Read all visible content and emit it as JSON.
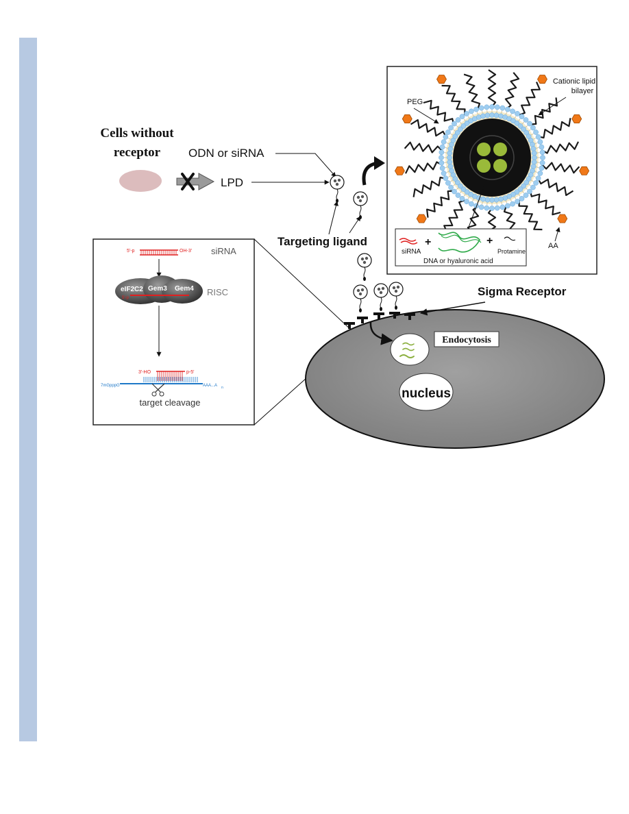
{
  "colors": {
    "sidebar_band": "#b7c9e2",
    "cell_without_receptor": "#dcbcbd",
    "cell_body": "#8a8a8a",
    "nucleus": "#ffffff",
    "arrow_gray": "#9a9a9a",
    "peg_line": "#1a1a1a",
    "ligand_orange": "#f07818",
    "lipid_blue": "#9ecdf0",
    "lipid_tail": "#f5eccc",
    "core_black": "#111111",
    "dna_green": "#9aba3a",
    "sirna_red": "#e02020",
    "mrna_blue": "#1e78c8",
    "dna_strand_green": "#2faa4a",
    "endosome_cargo": "#8cb040"
  },
  "labels": {
    "cells_without_receptor_1": "Cells without",
    "cells_without_receptor_2": "receptor",
    "odn_sirna": "ODN or siRNA",
    "lpd": "LPD",
    "targeting_ligand": "Targeting ligand",
    "sigma_receptor": "Sigma Receptor",
    "endocytosis": "Endocytosis",
    "nucleus": "nucleus",
    "cationic_lipid_1": "Cationic lipid",
    "cationic_lipid_2": "bilayer",
    "peg": "PEG",
    "aa": "AA",
    "legend_sirna": "siRNA",
    "legend_plus_1": "+",
    "legend_plus_2": "+",
    "legend_dna": "DNA or hyaluronic acid",
    "legend_protamine": "Protamine",
    "risc_sirna": "siRNA",
    "risc_5p": "5'-p",
    "risc_oh3": "OH-3'",
    "risc_label": "RISC",
    "risc_eif2c2": "eIF2C2",
    "risc_gem3": "Gem3",
    "risc_gem4": "Gem4",
    "risc_5p_inner": "5'-p",
    "cleave_3ho": "3'-HO",
    "cleave_p5": "p-5'",
    "cleave_left": "7mGpppG",
    "cleave_right": "AAA...A",
    "cleave_n": "n",
    "target_cleavage": "target cleavage"
  }
}
